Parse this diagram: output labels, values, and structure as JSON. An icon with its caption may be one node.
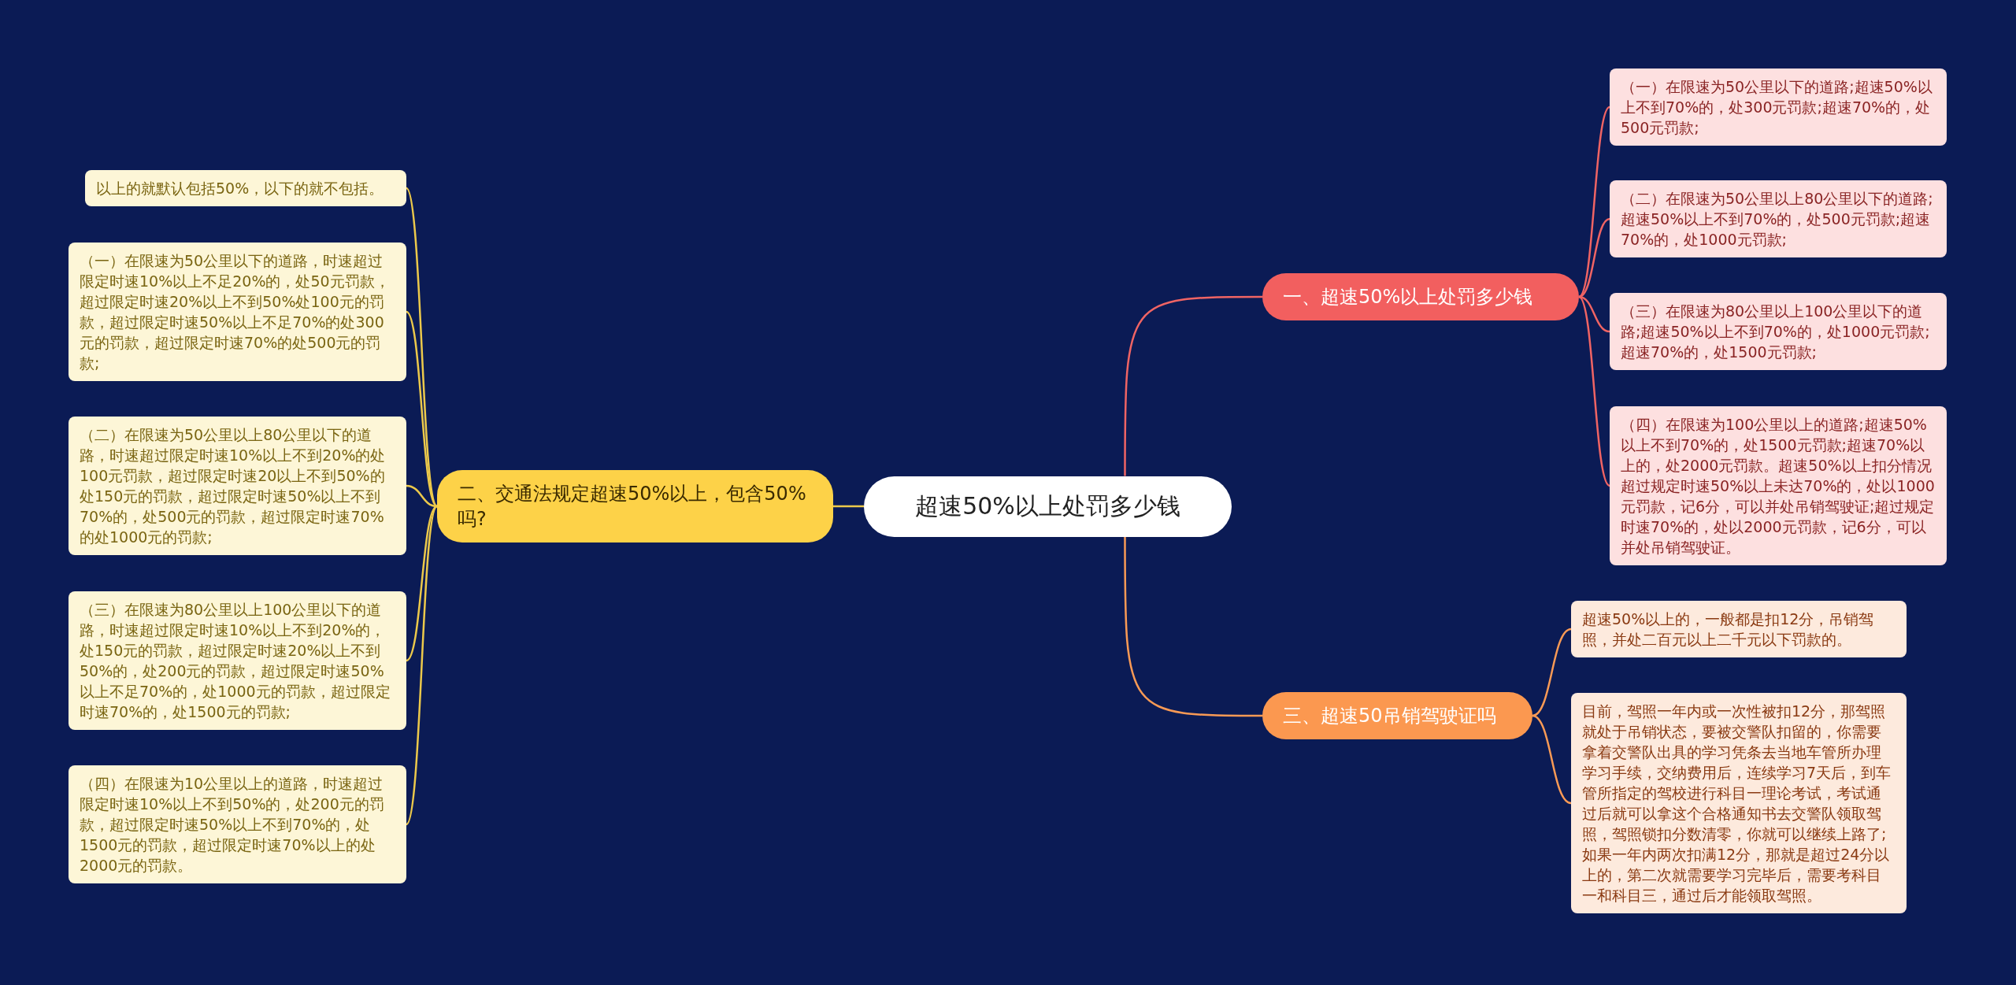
{
  "diagram": {
    "nodes": [
      {
        "text": [
          "超速50%以上处罚多少钱"
        ]
      },
      {
        "text": [
          "一、超速50%以上处罚多少钱"
        ]
      },
      {
        "text": [
          "（一）在限速为50公里以下的道路;超速50%以上不到70%的，处300元罚款;超速70%的，处500元罚款;"
        ]
      },
      {
        "text": [
          "（二）在限速为50公里以上80公里以下的道路;超速50%以上不到70%的，处500元罚款;超速70%的，处1000元罚款;"
        ]
      },
      {
        "text": [
          "（三）在限速为80公里以上100公里以下的道路;超速50%以上不到70%的，处1000元罚款;超速70%的，处1500元罚款;"
        ]
      },
      {
        "text": [
          "（四）在限速为100公里以上的道路;超速50%以上不到70%的，处1500元罚款;超速70%以上的，处2000元罚款。超速50%以上扣分情况超过规定时速50%以上未达70%的，处以1000元罚款，记6分，可以并处吊销驾驶证;超过规定时速70%的，处以2000元罚款，记6分，可以并处吊销驾驶证。"
        ]
      },
      {
        "text": [
          "二、交通法规定超速50%以上，包含50%吗?"
        ]
      },
      {
        "text": [
          "以上的就默认包括50%，以下的就不包括。"
        ]
      },
      {
        "text": [
          "（一）在限速为50公里以下的道路，时速超过限定时速10%以上不足20%的，处50元罚款，超过限定时速20%以上不到50%处100元的罚款，超过限定时速50%以上不足70%的处300元的罚款，超过限定时速70%的处500元的罚款;"
        ]
      },
      {
        "text": [
          "（二）在限速为50公里以上80公里以下的道路，时速超过限定时速10%以上不到20%的处100元罚款，超过限定时速20以上不到50%的处150元的罚款，超过限定时速50%以上不到70%的，处500元的罚款，超过限定时速70%的处1000元的罚款;"
        ]
      },
      {
        "text": [
          "（三）在限速为80公里以上100公里以下的道路，时速超过限定时速10%以上不到20%的，处150元的罚款，超过限定时速20%以上不到50%的，处200元的罚款，超过限定时速50%以上不足70%的，处1000元的罚款，超过限定时速70%的，处1500元的罚款;"
        ]
      },
      {
        "text": [
          "（四）在限速为10公里以上的道路，时速超过限定时速10%以上不到50%的，处200元的罚款，超过限定时速50%以上不到70%的，处1500元的罚款，超过限定时速70%以上的处2000元的罚款。"
        ]
      },
      {
        "text": [
          "三、超速50吊销驾驶证吗"
        ]
      },
      {
        "text": [
          "超速50%以上的，一般都是扣12分，吊销驾照，并处二百元以上二千元以下罚款的。"
        ]
      },
      {
        "text": [
          "目前，驾照一年内或一次性被扣12分，那驾照就处于吊销状态，要被交警队扣留的，你需要拿着交警队出具的学习凭条去当地车管所办理学习手续，交纳费用后，连续学习7天后，到车管所指定的驾校进行科目一理论考试，考试通过后就可以拿这个合格通知书去交警队领取驾照，驾照锁扣分数清零，你就可以继续上路了;如果一年内两次扣满12分，那就是超过24分以上的，第二次就需要学习完毕后，需要考科目一和科目三，通过后才能领取驾照。"
        ]
      }
    ],
    "edges": [
      {
        "from": 0,
        "to": 1,
        "arrow": "none",
        "color": "#f06464"
      },
      {
        "from": 1,
        "to": 2,
        "arrow": "none",
        "color": "#f06464"
      },
      {
        "from": 1,
        "to": 3,
        "arrow": "none",
        "color": "#f06464"
      },
      {
        "from": 1,
        "to": 4,
        "arrow": "none",
        "color": "#f06464"
      },
      {
        "from": 1,
        "to": 5,
        "arrow": "none",
        "color": "#f06464"
      },
      {
        "from": 0,
        "to": 6,
        "arrow": "none",
        "color": "#ecc94b"
      },
      {
        "from": 6,
        "to": 7,
        "arrow": "none",
        "color": "#ecc94b"
      },
      {
        "from": 6,
        "to": 8,
        "arrow": "none",
        "color": "#ecc94b"
      },
      {
        "from": 6,
        "to": 9,
        "arrow": "none",
        "color": "#ecc94b"
      },
      {
        "from": 6,
        "to": 10,
        "arrow": "none",
        "color": "#ecc94b"
      },
      {
        "from": 6,
        "to": 11,
        "arrow": "none",
        "color": "#ecc94b"
      },
      {
        "from": 0,
        "to": 12,
        "arrow": "none",
        "color": "#f99a55"
      },
      {
        "from": 12,
        "to": 13,
        "arrow": "none",
        "color": "#f99a55"
      },
      {
        "from": 12,
        "to": 14,
        "arrow": "none",
        "color": "#f99a55"
      }
    ]
  }
}
